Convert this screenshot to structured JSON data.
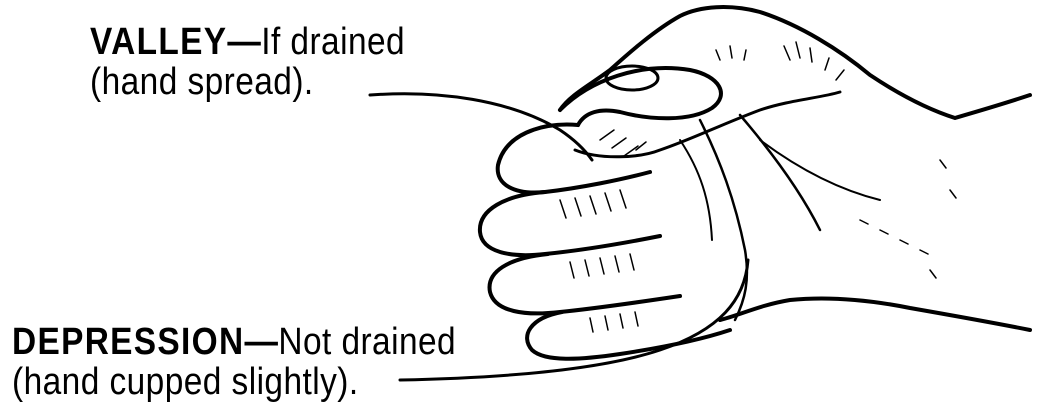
{
  "labels": {
    "valley": {
      "term": "VALLEY",
      "dash": "—",
      "desc": "If drained",
      "line2": "(hand spread)."
    },
    "depression": {
      "term": "DEPRESSION",
      "dash": "—",
      "desc": "Not drained",
      "line2": "(hand cupped slightly)."
    }
  },
  "figure": {
    "subject": "hand-fist-illustration",
    "ink_color": "#000000",
    "paper_color": "#ffffff"
  }
}
